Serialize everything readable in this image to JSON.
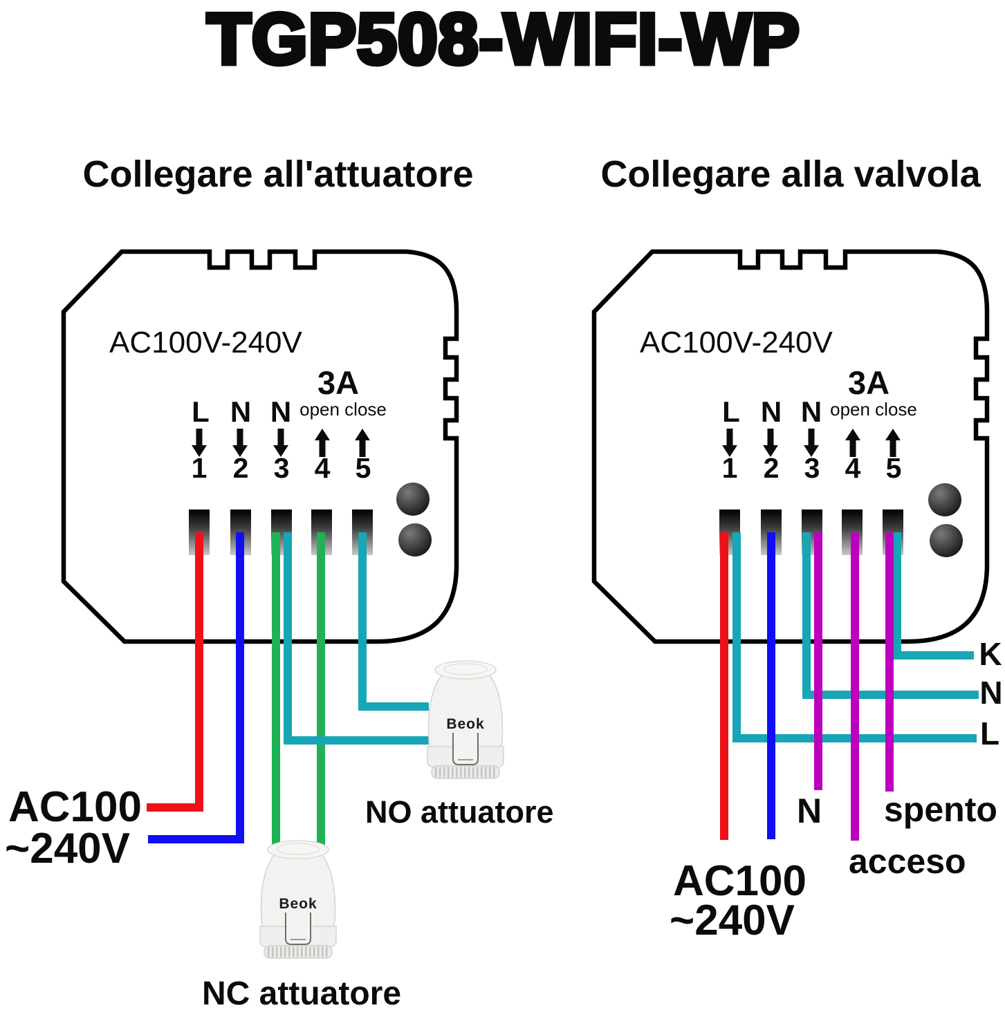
{
  "page": {
    "title": "TGP508-WIFI-WP"
  },
  "colors": {
    "red": "#f01018",
    "blue": "#100ff0",
    "green": "#1eb255",
    "teal": "#17a6b6",
    "magenta": "#bd00bd"
  },
  "left": {
    "heading": "Collegare all'attuatore",
    "device": {
      "voltage": "AC100V-240V",
      "amp": "3A",
      "l1": "L",
      "l2": "N",
      "l3": "N",
      "oc": "open close",
      "n1": "1",
      "n2": "2",
      "n3": "3",
      "n4": "4",
      "n5": "5"
    },
    "power_line1": "AC100",
    "power_line2": "~240V",
    "no_actuator": {
      "label": "NO attuatore",
      "brand": "Beok"
    },
    "nc_actuator": {
      "label": "NC attuatore",
      "brand": "Beok"
    }
  },
  "right": {
    "heading": "Collegare alla valvola",
    "device": {
      "voltage": "AC100V-240V",
      "amp": "3A",
      "l1": "L",
      "l2": "N",
      "l3": "N",
      "oc": "open close",
      "n1": "1",
      "n2": "2",
      "n3": "3",
      "n4": "4",
      "n5": "5"
    },
    "power_line1": "AC100",
    "power_line2": "~240V",
    "valve_wire_labels": {
      "k": "K",
      "n": "N",
      "l": "L"
    },
    "valve_state_labels": {
      "n": "N",
      "off": "spento",
      "on": "acceso"
    }
  }
}
